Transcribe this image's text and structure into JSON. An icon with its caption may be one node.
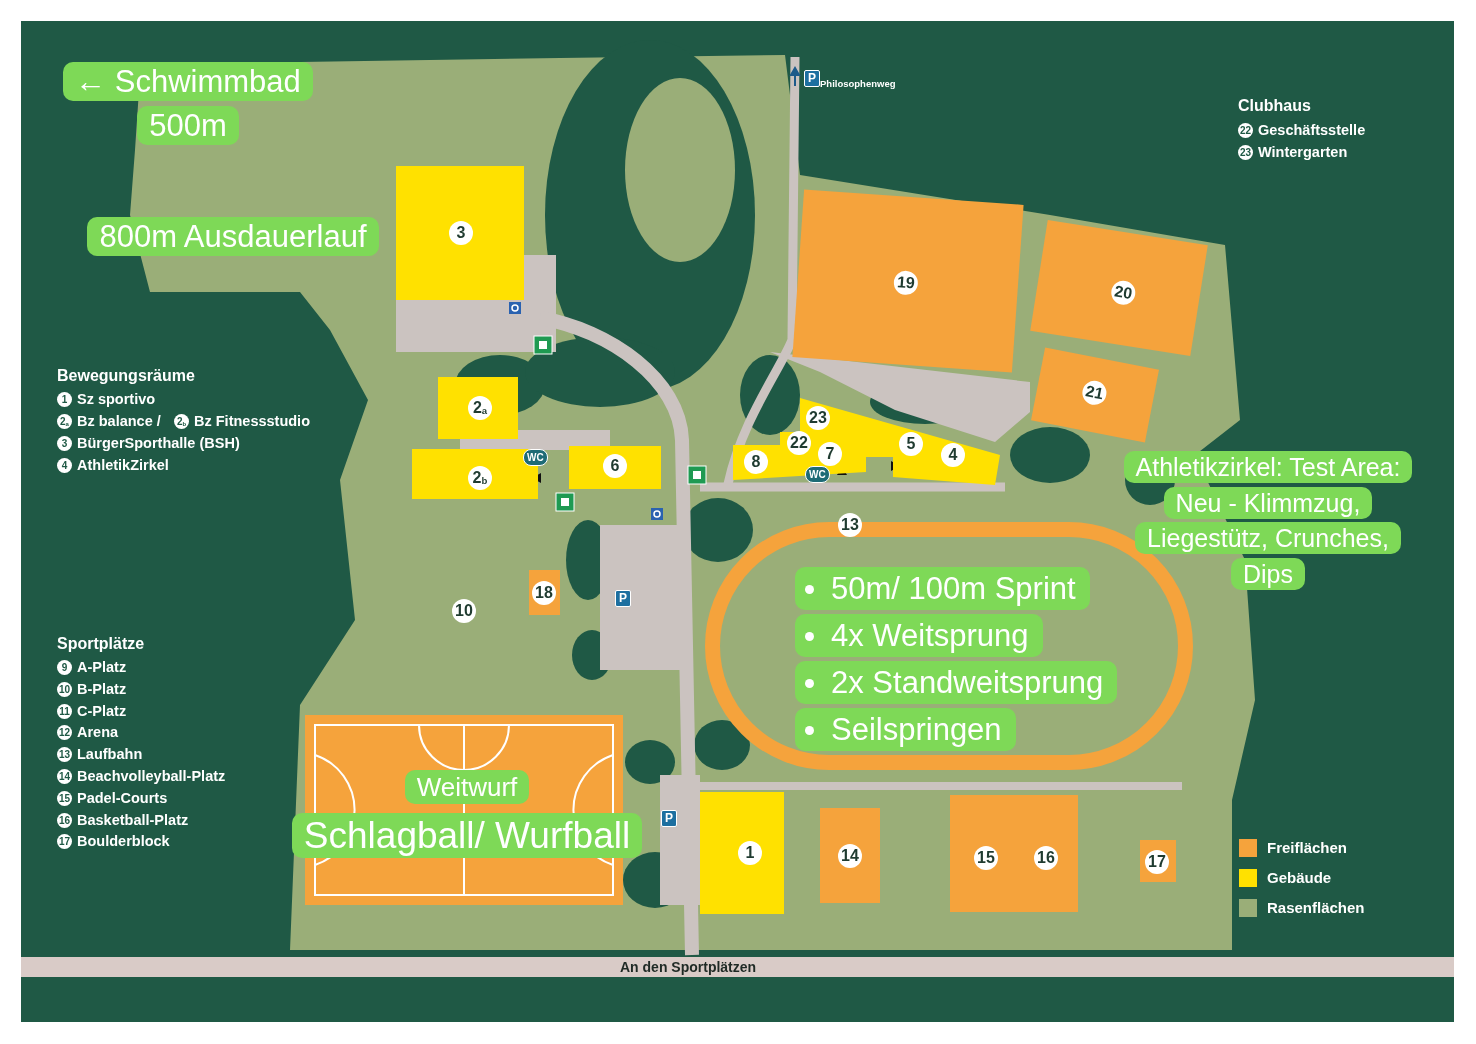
{
  "diagram": {
    "nodes": [
      {
        "text": [
          "← Schwimmbad 500m"
        ]
      },
      {
        "text": [
          "800m Ausdauerlauf"
        ]
      },
      {
        "text": [
          "3"
        ]
      },
      {
        "text": [
          "2$_{a}$"
        ]
      },
      {
        "text": [
          "2$_{b}$"
        ]
      },
      {
        "text": [
          "6"
        ]
      },
      {
        "text": [
          "19"
        ]
      },
      {
        "text": [
          "20"
        ]
      },
      {
        "text": [
          "21"
        ]
      },
      {
        "text": [
          "23",
          "22",
          "7",
          "8",
          "5",
          "4"
        ]
      },
      {
        "text": [
          "10"
        ]
      },
      {
        "text": [
          "18"
        ]
      },
      {
        "text": [],
        "shape": "ring"
      },
      {
        "text": [
          "50m/ 100m Sprint",
          "4x Weitsprung",
          "2x Standweitsprung",
          "Seilspringen"
        ],
        "in": 12
      },
      {
        "text": [
          "Athletikzirkel: Test Area: Neu - Klimmzug, Liegestütz, Crunches, Dips"
        ]
      },
      {
        "text": [],
        "shape": "box"
      },
      {
        "text": [
          "Weitwurf",
          "Schlagball/ Wurfball"
        ]
      },
      {
        "text": [
          "1"
        ]
      },
      {
        "text": [
          "14"
        ]
      },
      {
        "text": [
          "15",
          "16"
        ]
      },
      {
        "text": [
          "17"
        ]
      },
      {
        "text": [
          "13"
        ]
      }
    ],
    "labels": [
      "Philosophenweg",
      "P",
      "Clubhaus",
      "22",
      "Geschäftsstelle",
      "23",
      "Wintergarten",
      "Bewegungsräume",
      "1",
      "Sz sportivo",
      "2$_{a}$",
      "Bz balance /",
      "2$_{b}$",
      "Bz Fitnessstudio",
      "3",
      "BürgerSporthalle (BSH)",
      "4",
      "AthletikZirkel",
      "WC",
      "WC",
      "P",
      "Sportplätze",
      "9",
      "A-Platz",
      "10",
      "B-Platz",
      "11",
      "C-Platz",
      "12",
      "Arena",
      "13",
      "Laufbahn",
      "14",
      "Beachvolleyball-Platz",
      "15",
      "Padel-Courts",
      "16",
      "Basketball-Platz",
      "17",
      "Boulderblock",
      "P",
      "An den Sportplätzen"
    ],
    "legend": [
      {
        "text": "Freiflächen",
        "color": "#f5a33c"
      },
      {
        "text": "Gebäude",
        "color": "#ffe100"
      },
      {
        "text": "Rasenflächen",
        "color": "#9aae78"
      }
    ]
  }
}
